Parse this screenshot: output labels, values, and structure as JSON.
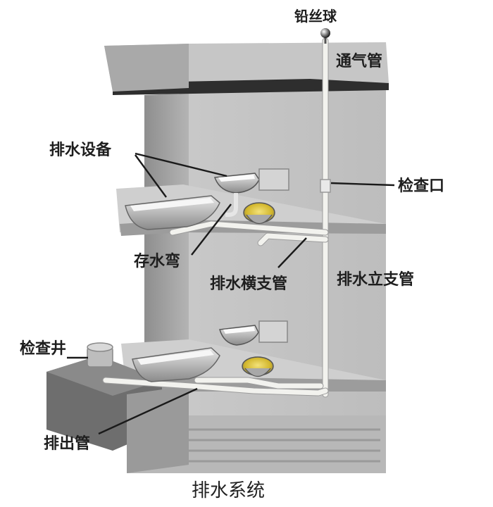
{
  "labels": {
    "lead_ball": "铅丝球",
    "vent_pipe": "通气管",
    "fixtures": "排水设备",
    "cleanout": "检查口",
    "trap": "存水弯",
    "branch_pipe": "排水横支管",
    "stack": "排水立支管",
    "manhole": "检查井",
    "outlet": "排出管"
  },
  "caption": "排水系统"
}
